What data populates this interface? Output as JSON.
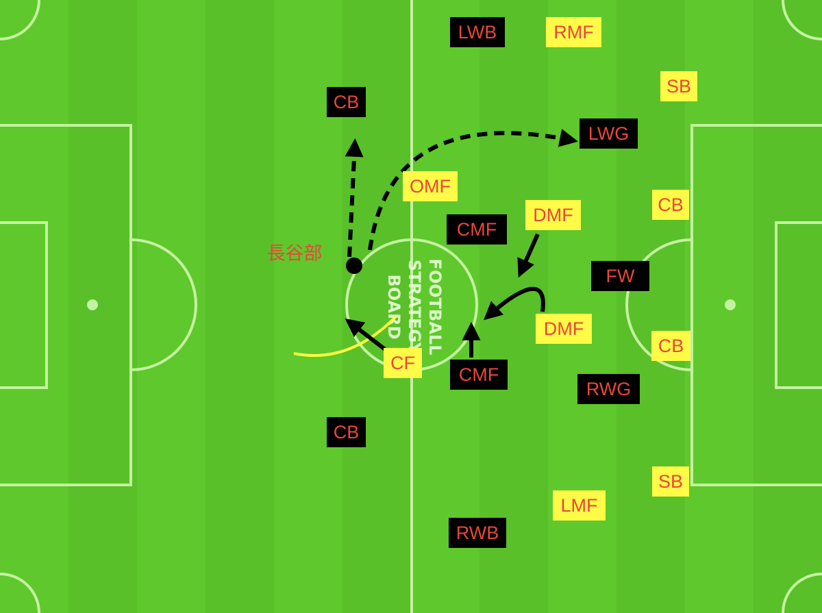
{
  "colors": {
    "grass": "#5cc52b",
    "lines": "#c4f2a0",
    "dark_tag_bg": "#000000",
    "light_tag_bg": "#fffb47",
    "tag_text": "#e8473a",
    "arrow": "#000000",
    "pressing_line": "#ffff40"
  },
  "watermark": {
    "line1": "FOOTBALL",
    "line2": "STRATEGY",
    "line3": "BOARD"
  },
  "players": {
    "lwb": "LWB",
    "rmf": "RMF",
    "sb_top": "SB",
    "cb_left_top": "CB",
    "lwg": "LWG",
    "omf": "OMF",
    "cb_right_top": "CB",
    "dmf_top": "DMF",
    "cmf_top": "CMF",
    "hasebe": "長谷部",
    "fw": "FW",
    "dmf_mid": "DMF",
    "cb_right_mid": "CB",
    "cf": "CF",
    "cmf_bottom": "CMF",
    "rwg": "RWG",
    "cb_left_bottom": "CB",
    "sb_bottom": "SB",
    "lmf": "LMF",
    "rwb": "RWB"
  }
}
